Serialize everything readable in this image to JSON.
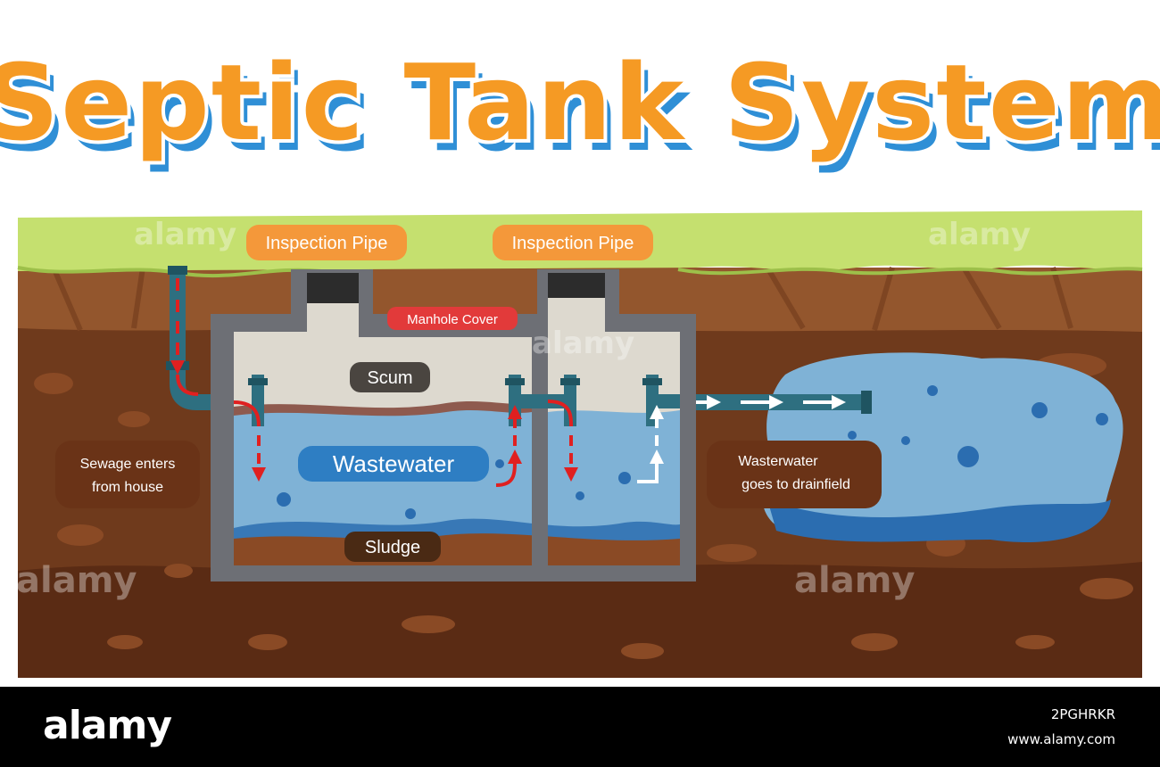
{
  "title": "Septic Tank System",
  "labels": {
    "inspection_pipe_left": "Inspection Pipe",
    "inspection_pipe_right": "Inspection Pipe",
    "manhole_cover": "Manhole Cover",
    "scum": "Scum",
    "wastewater": "Wastewater",
    "sludge": "Sludge",
    "sewage_line1": "Sewage enters",
    "sewage_line2": "from house",
    "drain_line1": "Wasterwater",
    "drain_line2": "goes to drainfield"
  },
  "watermark": {
    "text": "alamy"
  },
  "footer": {
    "brand": "alamy",
    "image_id": "2PGHRKR",
    "site": "www.alamy.com"
  },
  "colors": {
    "grass": "#c5e06f",
    "topsoil": "#93562d",
    "soil": "#6f3a1c",
    "deep_soil": "#5a2b14",
    "tank_wall": "#6d6f75",
    "scum": "#ddd9cf",
    "water": "#7fb2d6",
    "pipe": "#2e6f80",
    "flow_arrow": "#e02020",
    "label_orange": "#f4983a",
    "label_red": "#e23a3a",
    "label_gray": "#4a4540",
    "label_blue": "#2e7ec3",
    "label_brown": "#6a3317"
  }
}
